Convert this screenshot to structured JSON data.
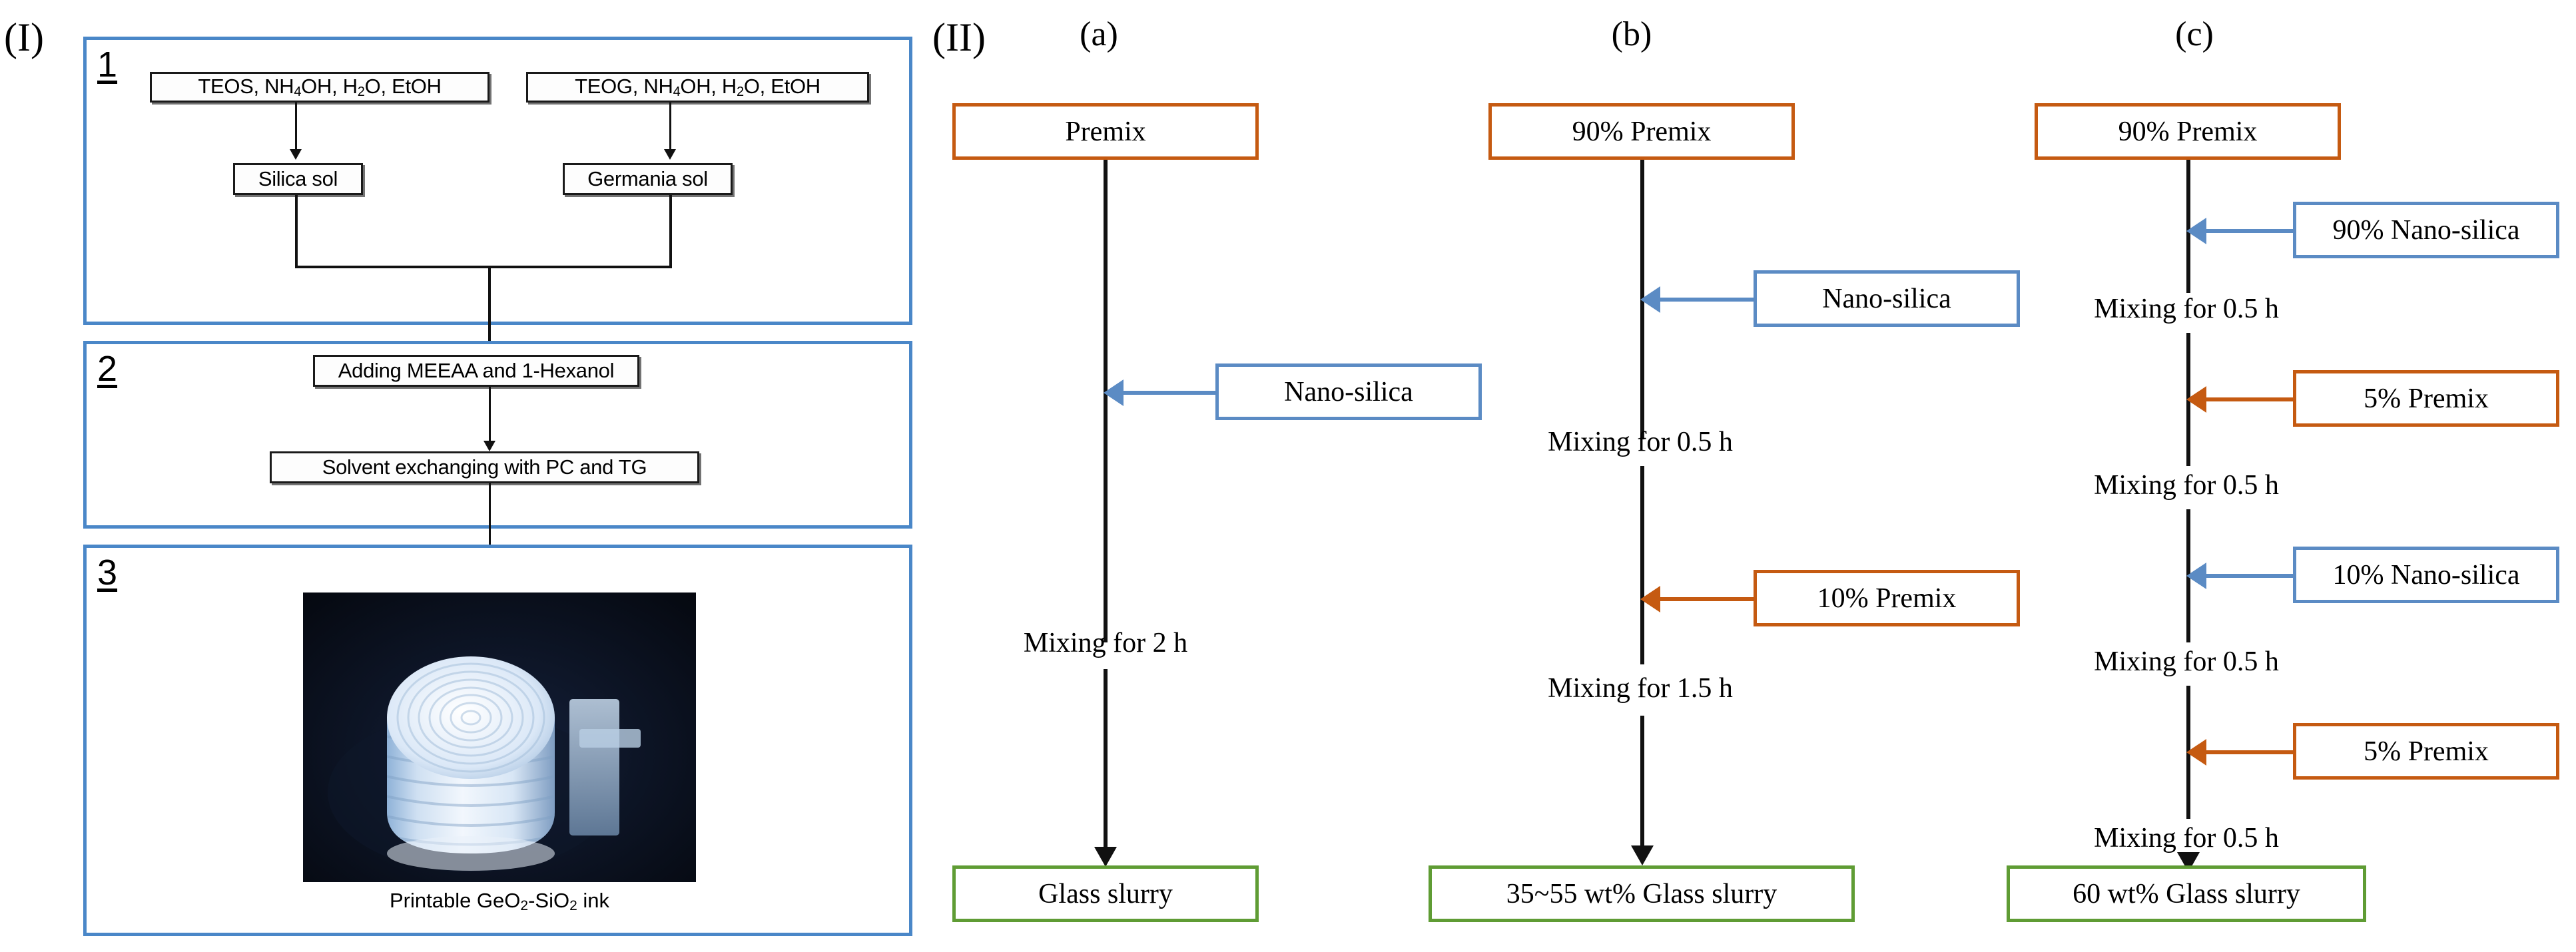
{
  "panelI": {
    "label": "(I)",
    "colors": {
      "frame": "#4a87c8",
      "box_border": "#1a1a1a"
    },
    "steps": [
      {
        "number": "1",
        "boxes": [
          {
            "name": "teos-box",
            "text": "TEOS, NH4OH, H2O, EtOH"
          },
          {
            "name": "teog-box",
            "text": "TEOG, NH4OH, H2O, EtOH"
          },
          {
            "name": "silica-sol-box",
            "text": "Silica sol"
          },
          {
            "name": "germania-sol-box",
            "text": "Germania sol"
          }
        ]
      },
      {
        "number": "2",
        "boxes": [
          {
            "name": "adding-box",
            "text": "Adding MEEAA and 1-Hexanol"
          },
          {
            "name": "solvent-box",
            "text": "Solvent exchanging with PC and TG"
          }
        ]
      },
      {
        "number": "3",
        "photo_caption": "Printable GeO2-SiO2 ink"
      }
    ]
  },
  "panelII": {
    "label": "(II)",
    "colors": {
      "premix": "#c55a11",
      "nanosilica": "#5b8bc4",
      "slurry": "#5f9c34",
      "stem": "#111111"
    },
    "columns": [
      {
        "letter": "(a)",
        "start_box": "Premix",
        "feeds": [
          {
            "label": "Nano-silica",
            "color": "blue"
          }
        ],
        "mix_labels": [
          "Mixing for 2 h"
        ],
        "end_box": "Glass slurry"
      },
      {
        "letter": "(b)",
        "start_box": "90% Premix",
        "feeds": [
          {
            "label": "Nano-silica",
            "color": "blue"
          },
          {
            "label": "10% Premix",
            "color": "orange"
          }
        ],
        "mix_labels": [
          "Mixing for 0.5 h",
          "Mixing for 1.5 h"
        ],
        "end_box": "35~55 wt% Glass slurry"
      },
      {
        "letter": "(c)",
        "start_box": "90% Premix",
        "feeds": [
          {
            "label": "90% Nano-silica",
            "color": "blue"
          },
          {
            "label": "5% Premix",
            "color": "orange"
          },
          {
            "label": "10% Nano-silica",
            "color": "blue"
          },
          {
            "label": "5% Premix",
            "color": "orange"
          }
        ],
        "mix_labels": [
          "Mixing for 0.5 h",
          "Mixing for 0.5 h",
          "Mixing for 0.5 h",
          "Mixing for 0.5 h"
        ],
        "end_box": "60 wt% Glass slurry"
      }
    ]
  }
}
